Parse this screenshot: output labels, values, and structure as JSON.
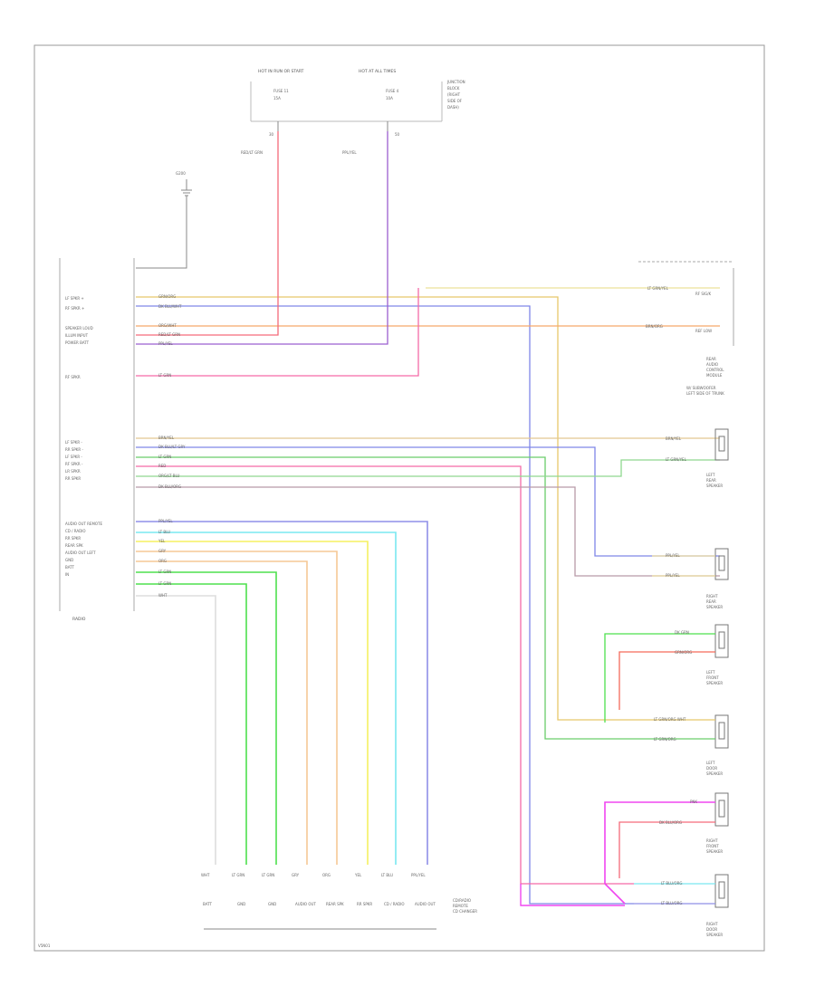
{
  "fuse_box": {
    "col_left": "HOT IN RUN OR START",
    "col_right": "HOT AT ALL TIMES",
    "fuse_left": [
      "FUSE 11",
      "15A"
    ],
    "fuse_right": [
      "FUSE 4",
      "10A"
    ],
    "name": [
      "JUNCTION",
      "BLOCK",
      "(RIGHT",
      "SIDE OF",
      "DASH)"
    ],
    "wire_left_label": "RED/LT GRN",
    "wire_right_label": "PPL/YEL",
    "pin_left": "30",
    "pin_right": "50"
  },
  "ground": {
    "label": "G200"
  },
  "radio": {
    "label": "RADIO",
    "pins_group1": [
      "LF SPKR +",
      "RF SPKR +",
      "SPEAKER LOUD",
      "ILLUM INPUT",
      "POWER BATT",
      "",
      "RF SPKR",
      "",
      ""
    ],
    "pins_group2": [
      "LF SPKR -",
      "RR SPKR -",
      "LF SPKR -",
      "RF SPKR -",
      "LR SPKR",
      "RR SPKR",
      ""
    ],
    "pins_group3": [
      "AUDIO OUT REMOTE",
      "CD / RADIO",
      "RR SPKR",
      "REAR SPK",
      "AUDIO OUT LEFT",
      "GND",
      "BATT",
      "IN"
    ]
  },
  "wires_group1": [
    "GRN/ORG",
    "DK BLU/WHT",
    "ORG/WHT",
    "RED/LT GRN",
    "PPL/YEL",
    "LT GRN"
  ],
  "wires_group2": [
    "BRN/YEL",
    "DK BLU/LT GRY",
    "LT GRN",
    "RED",
    "ORG/LT BLU",
    "DK BLU/ORG"
  ],
  "wires_group3": [
    "PPL/YEL",
    "LT BLU",
    "YEL",
    "GRY",
    "ORG",
    "LT GRN",
    "LT GRN",
    "WHT"
  ],
  "rear_module": {
    "wire_top": "LT GRN/YEL",
    "wire_bot": "BRN/ORG",
    "pin_top": "RF SIG/K",
    "pin_bot": "REF LOW",
    "name": [
      "REAR",
      "AUDIO",
      "CONTROL",
      "MODULE"
    ]
  },
  "subwoofer_note": [
    "W/ SUBWOOFER",
    "LEFT SIDE OF TRUNK"
  ],
  "speakers": [
    {
      "name": [
        "LEFT",
        "REAR",
        "SPEAKER"
      ],
      "w1": "BRN/YEL",
      "w2": "LT GRN/YEL"
    },
    {
      "name": [
        "RIGHT",
        "REAR",
        "SPEAKER"
      ],
      "w1": "PPL/YEL",
      "w2": "PPL/YEL"
    },
    {
      "name": [
        "LEFT",
        "FRONT",
        "SPEAKER"
      ],
      "w1": "DK GRN",
      "w2": "GRN/ORG"
    },
    {
      "name": [
        "LEFT",
        "DOOR",
        "SPEAKER"
      ],
      "w1": "LT GRN/ORG WHT",
      "w2": "LT GRN/ORG"
    },
    {
      "name": [
        "RIGHT",
        "FRONT",
        "SPEAKER"
      ],
      "w1": "PNK",
      "w2": "DK BLU/ORG"
    },
    {
      "name": [
        "RIGHT",
        "DOOR",
        "SPEAKER"
      ],
      "w1": "LT BLU/ORG",
      "w2": "LT BLU/ORG"
    }
  ],
  "bottom_connector": {
    "wire_labels": [
      "WHT",
      "LT GRN",
      "LT GRN",
      "GRY",
      "ORG",
      "YEL",
      "LT BLU",
      "PPL/YEL"
    ],
    "pin_labels": [
      "BATT",
      "GND",
      "GND",
      "AUDIO OUT",
      "REAR SPK",
      "RR SPKR",
      "CD / RADIO",
      "AUDIO OUT"
    ],
    "name": [
      "CD/RADIO",
      "REMOTE",
      "CD CHANGER"
    ]
  },
  "footer_code": "V5N01"
}
